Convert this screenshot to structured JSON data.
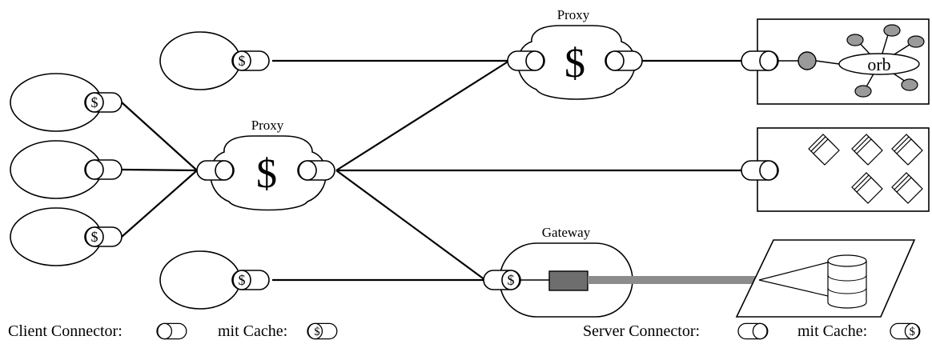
{
  "labels": {
    "proxy_top": "Proxy",
    "proxy_mid": "Proxy",
    "gateway": "Gateway",
    "orb": "orb",
    "cache_symbol": "$"
  },
  "legend": {
    "client_connector": "Client Connector:",
    "client_cache": "mit Cache:",
    "server_connector": "Server Connector:",
    "server_cache": "mit Cache:"
  },
  "colors": {
    "line": "#000000",
    "gray_fill": "#9a9a9a",
    "gateway_block": "#6e6e6e",
    "gateway_bar": "#8c8c8c"
  }
}
